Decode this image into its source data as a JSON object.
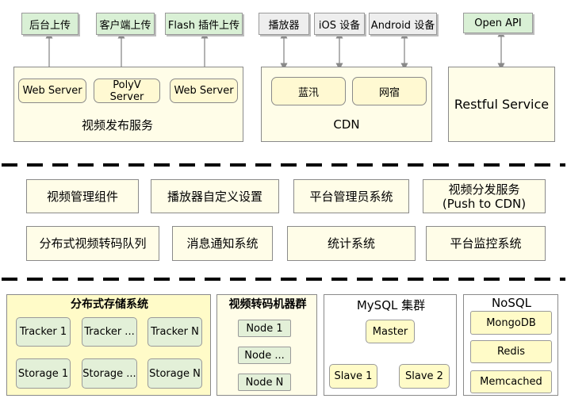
{
  "top": {
    "uploads": [
      "后台上传",
      "客户端上传",
      "Flash 插件上传"
    ],
    "clients": [
      "播放器",
      "iOS 设备",
      "Android 设备"
    ],
    "api": "Open API",
    "publish_servers": [
      "Web Server",
      "PolyV Server",
      "Web Server"
    ],
    "publish_label": "视频发布服务",
    "cdn_nodes": [
      "蓝汛",
      "网宿"
    ],
    "cdn_label": "CDN",
    "restful_label": "Restful Service"
  },
  "middle": {
    "row1": [
      "视频管理组件",
      "播放器自定义设置",
      "平台管理员系统",
      "视频分发服务",
      "(Push to CDN)"
    ],
    "row2": [
      "分布式视频转码队列",
      "消息通知系统",
      "统计系统",
      "平台监控系统"
    ]
  },
  "bottom": {
    "storage": {
      "title": "分布式存储系统",
      "trackers": [
        "Tracker 1",
        "Tracker ...",
        "Tracker N"
      ],
      "storages": [
        "Storage 1",
        "Storage ...",
        "Storage N"
      ]
    },
    "transcode": {
      "title": "视频转码机器群",
      "nodes": [
        "Node 1",
        "Node ...",
        "Node N"
      ]
    },
    "mysql": {
      "title": "MySQL 集群",
      "master": "Master",
      "slaves": [
        "Slave 1",
        "Slave 2"
      ]
    },
    "nosql": {
      "title": "NoSQL",
      "items": [
        "MongoDB",
        "Redis",
        "Memcached"
      ]
    }
  }
}
